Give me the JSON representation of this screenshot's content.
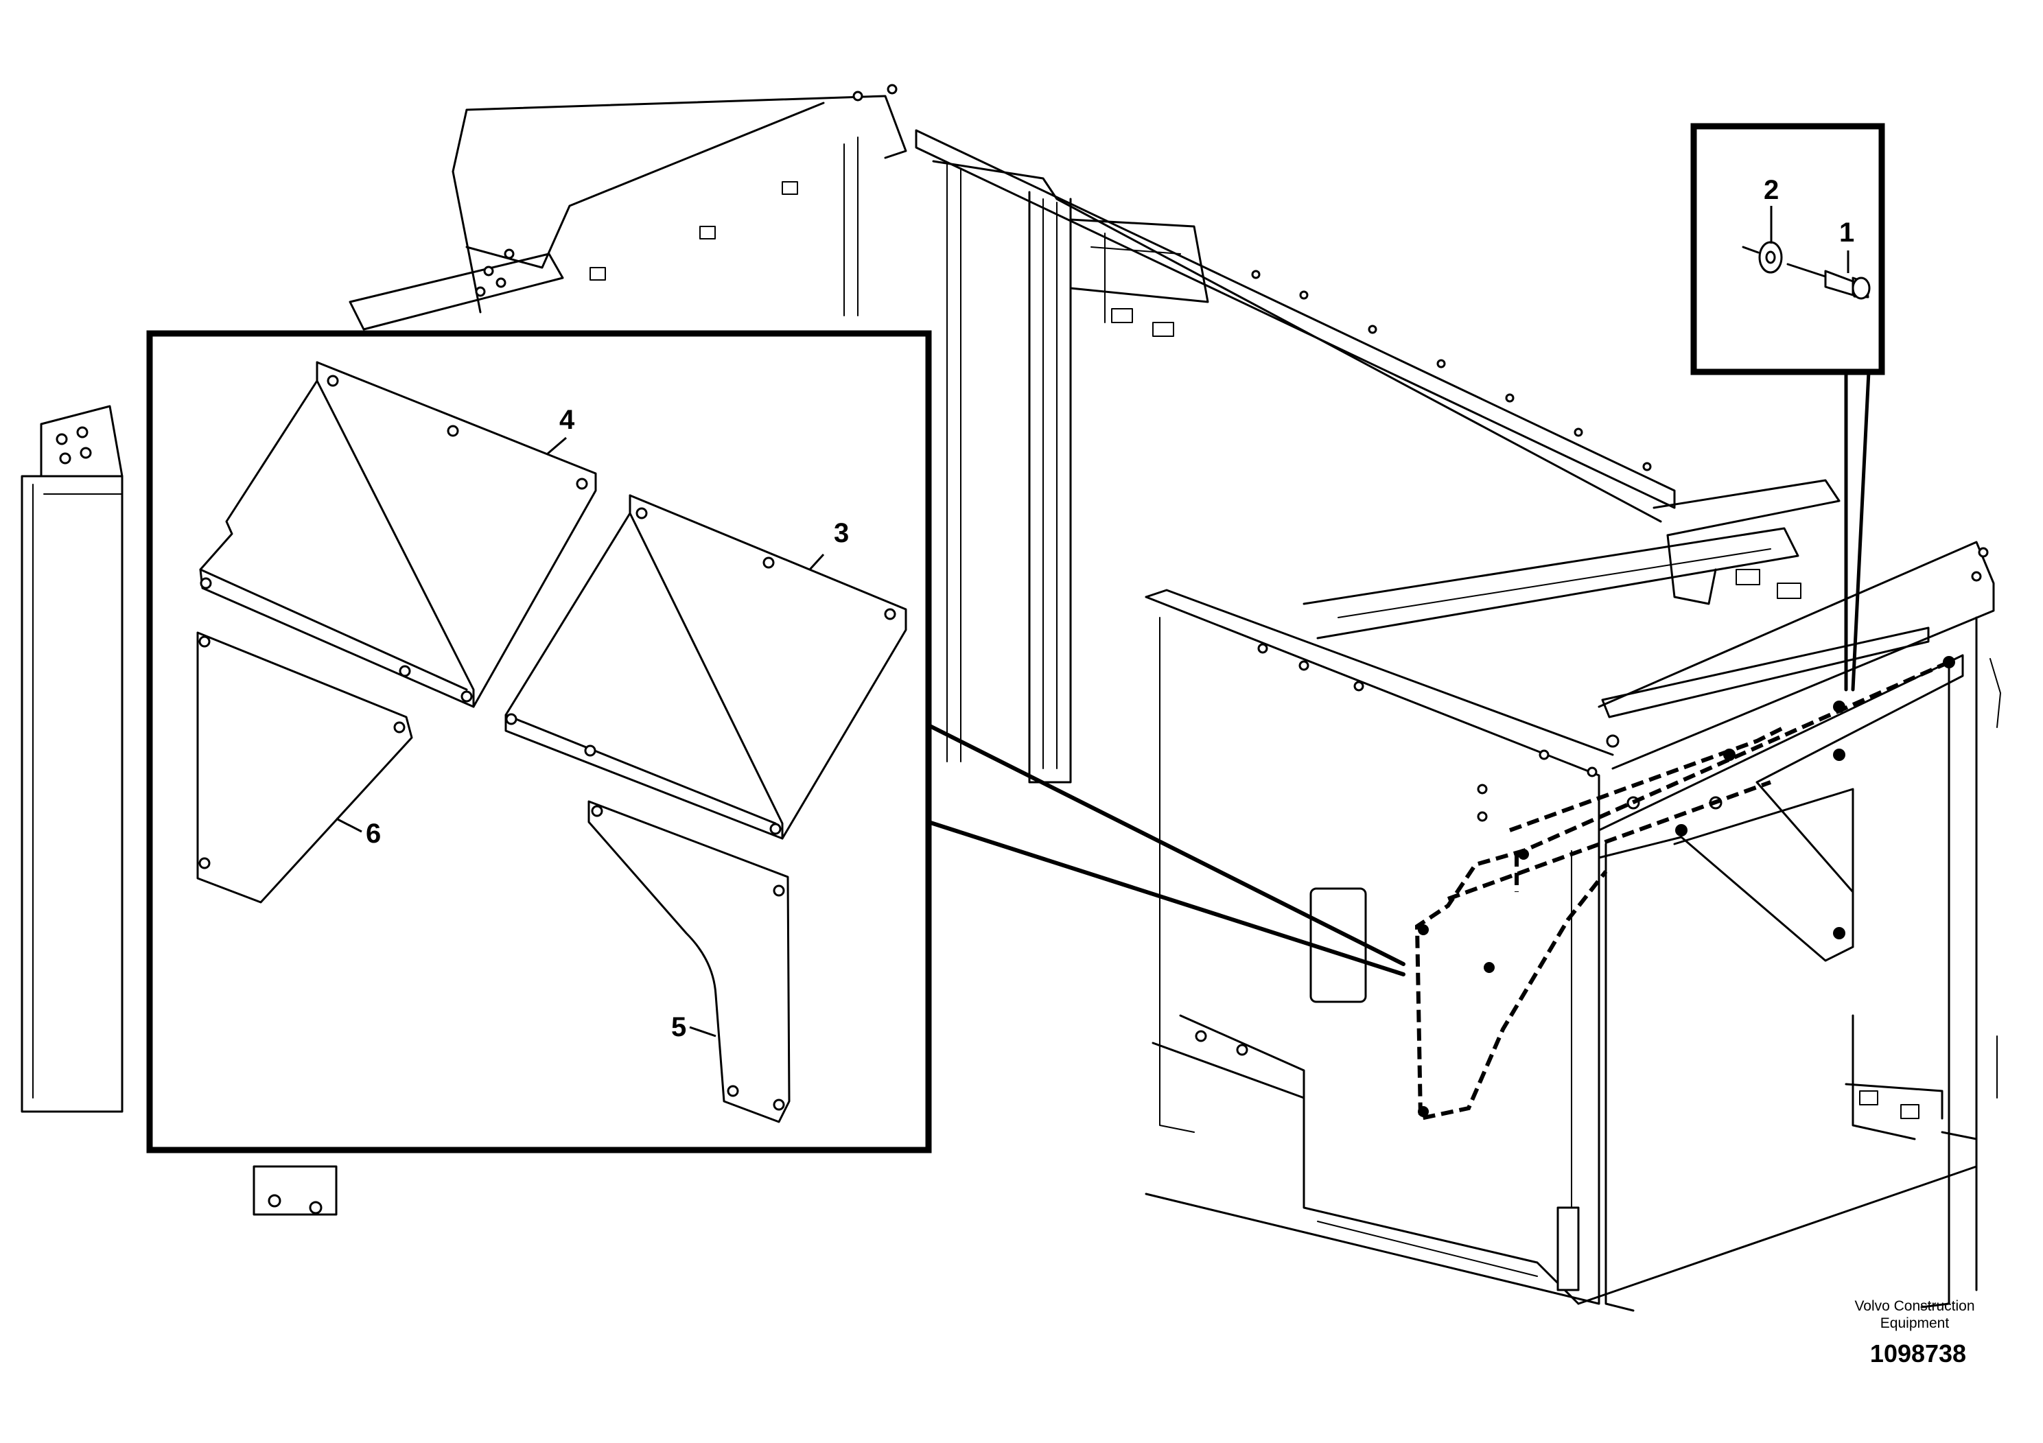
{
  "callouts": {
    "c1": "1",
    "c2": "2",
    "c3": "3",
    "c4": "4",
    "c5": "5",
    "c6": "6"
  },
  "footer": {
    "brand_line1": "Volvo Construction",
    "brand_line2": "Equipment",
    "document_number": "1098738"
  }
}
